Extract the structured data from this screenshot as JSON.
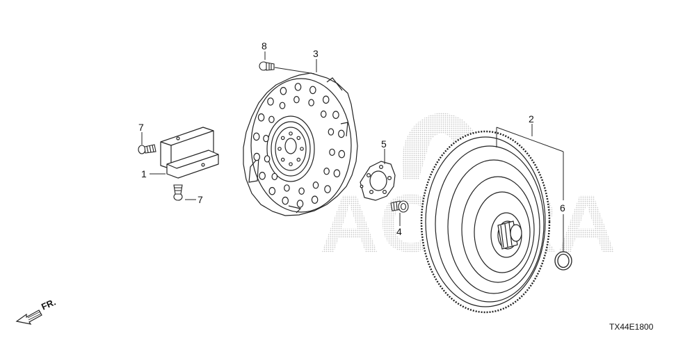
{
  "watermark": {
    "brand": "ACURA",
    "color": "#bdbdbd"
  },
  "parts": [
    {
      "callout": "1",
      "part": "plate"
    },
    {
      "callout": "2",
      "part": "torque-converter"
    },
    {
      "callout": "3",
      "part": "drive-plate"
    },
    {
      "callout": "4",
      "part": "bolt"
    },
    {
      "callout": "5",
      "part": "back-plate"
    },
    {
      "callout": "6",
      "part": "o-ring"
    },
    {
      "callout": "7",
      "part": "bolt-upper"
    },
    {
      "callout": "7",
      "part": "bolt-lower"
    },
    {
      "callout": "8",
      "part": "bolt"
    }
  ],
  "direction_indicator": "FR.",
  "diagram_code": "TX44E1800",
  "line_color": "#222222"
}
